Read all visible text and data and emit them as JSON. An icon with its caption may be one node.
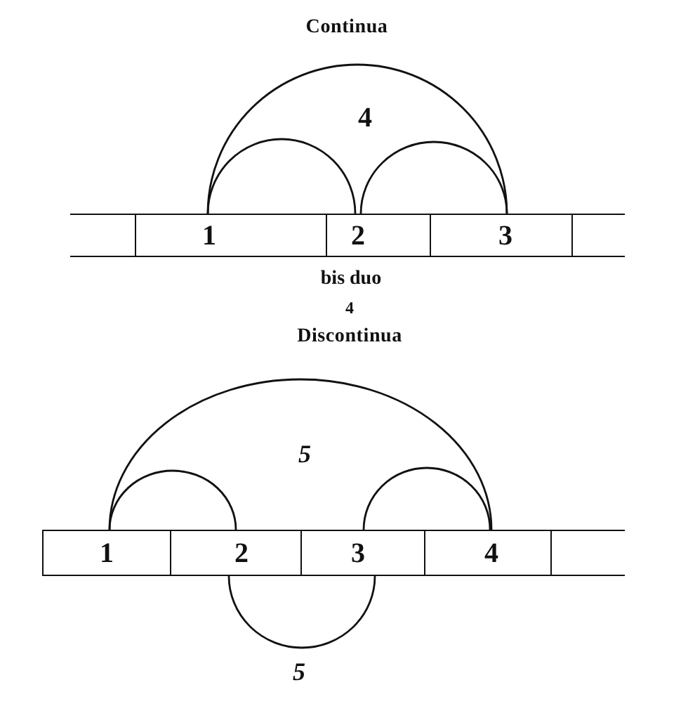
{
  "diagram": {
    "nodes": [
      {
        "text": [],
        "shape": "box"
      },
      {
        "text": [
          "1"
        ]
      },
      {
        "text": [
          "2"
        ]
      },
      {
        "text": [
          "3"
        ]
      },
      {
        "text": [],
        "shape": "box"
      },
      {
        "text": [
          "1"
        ]
      },
      {
        "text": [
          "2"
        ]
      },
      {
        "text": [
          "3"
        ]
      },
      {
        "text": [
          "4"
        ]
      },
      {
        "text": [],
        "shape": "box"
      }
    ],
    "edges": [
      {
        "from": 1,
        "to": 2,
        "arrow": "none"
      },
      {
        "from": 2,
        "to": 3,
        "arrow": "none"
      },
      {
        "from": 1,
        "to": 3,
        "arrow": "none"
      },
      {
        "from": 5,
        "to": 6,
        "arrow": "none"
      },
      {
        "from": 7,
        "to": 8,
        "arrow": "none"
      },
      {
        "from": 5,
        "to": 8,
        "arrow": "none"
      },
      {
        "from": 6,
        "to": 7,
        "arrow": "none"
      }
    ],
    "labels": [
      "Continua",
      "4",
      "bis duo",
      "4",
      "Discontinua",
      "5",
      "5"
    ]
  }
}
